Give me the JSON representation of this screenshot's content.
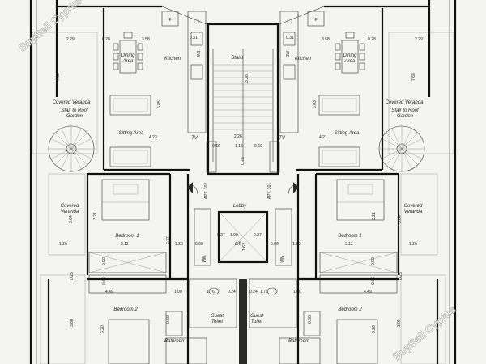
{
  "watermark": {
    "top": "BuySell Cyprus",
    "bottom": "BuySell Cyprus"
  },
  "rooms": {
    "dining_left": [
      "Dining",
      "Area"
    ],
    "dining_right": [
      "Dining",
      "Area"
    ],
    "kitchen_left": "Kitchen",
    "kitchen_right": "Kitchen",
    "stairs": "Stairs",
    "covered_veranda_left": "Covered Veranda",
    "covered_veranda_right": "Covered Veranda",
    "stair_roof_left": [
      "Stair to Roof",
      "Garden"
    ],
    "stair_roof_right": [
      "Stair to Roof",
      "Garden"
    ],
    "sitting_left": "Sitting Area",
    "sitting_right": "Sitting Area",
    "tv_left": "TV",
    "tv_right": "TV",
    "veranda_left": [
      "Covered",
      "Veranda"
    ],
    "veranda_right": [
      "Covered",
      "Veranda"
    ],
    "lobby": "Lobby",
    "lift": "Lift",
    "bedroom1_left": "Bedroom 1",
    "bedroom1_right": "Bedroom 1",
    "bedroom2_left": "Bedroom 2",
    "bedroom2_right": "Bedroom 2",
    "guest_toilet_left": [
      "Guest",
      "Toilet"
    ],
    "guest_toilet_right": [
      "Guest",
      "Toilet"
    ],
    "bathroom_left": "Bathroom",
    "bathroom_right": "Bathroom",
    "fridge": "F",
    "dw": "DW",
    "wm": "WM",
    "apt_left": "APT. 302",
    "apt_right": "APT. 301"
  },
  "dims": {
    "d229_l": "2.29",
    "d028_l": "0.28",
    "d358_l": "3.58",
    "d031_l": "0.31",
    "d031_r": "0.31",
    "d358_r": "3.58",
    "d028_r": "0.28",
    "d229_r": "2.29",
    "d768_l": "7.68",
    "d768_r": "7.68",
    "d338": "3.38",
    "d585": "5.85",
    "d603": "6.03",
    "d423": "4.23",
    "d421": "4.21",
    "d226": "2.26",
    "d060a": "0.60",
    "d060b": "0.60",
    "d116": "1.16",
    "d075": "0.75",
    "d321_l": "3.21",
    "d364_l": "3.64",
    "d321_r": "3.21",
    "d364_r": "3.64",
    "d126_l": "1.26",
    "d312_l": "3.12",
    "d120_l": "1.20",
    "d312_r": "3.12",
    "d120_r": "1.20",
    "d126_r": "1.26",
    "d377": "3.77",
    "d190": "1.90",
    "d027a": "0.27",
    "d027b": "0.27",
    "d060c": "0.60",
    "d060d": "0.60",
    "d163": "1.63",
    "d090_l": "0.90",
    "d090_r": "0.90",
    "d025_l": "0.25",
    "d025_r": "0.25",
    "d060e": "0.60",
    "d060f": "0.60",
    "d449_l": "4.49",
    "d100_l": "1.00",
    "d100_r": "1.00",
    "d449_r": "4.49",
    "d176_l": "1.76",
    "d024_l": "0.24",
    "d024_r": "0.24",
    "d176_r": "1.76",
    "d320": "3.20",
    "d380": "3.80",
    "d326": "3.26",
    "d395": "3.95",
    "d060g": "0.60",
    "d060h": "0.60"
  }
}
